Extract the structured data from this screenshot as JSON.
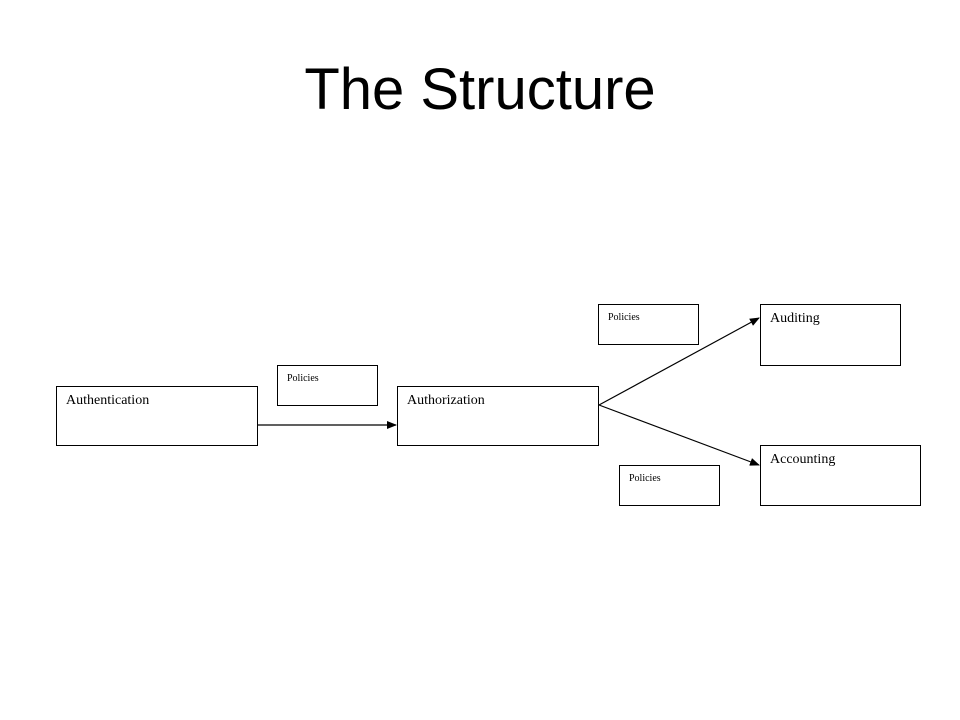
{
  "slide": {
    "title": "The Structure"
  },
  "diagram": {
    "nodes": {
      "authentication": "Authentication",
      "authorization": "Authorization",
      "auditing": "Auditing",
      "accounting": "Accounting"
    },
    "policies": [
      "Policies",
      "Policies",
      "Policies"
    ],
    "edges": [
      {
        "from": "Authentication",
        "to": "Authorization"
      },
      {
        "from": "Authorization",
        "to": "Auditing"
      },
      {
        "from": "Authorization",
        "to": "Accounting"
      }
    ],
    "colors": {
      "line": "#000000",
      "background": "#ffffff"
    }
  }
}
